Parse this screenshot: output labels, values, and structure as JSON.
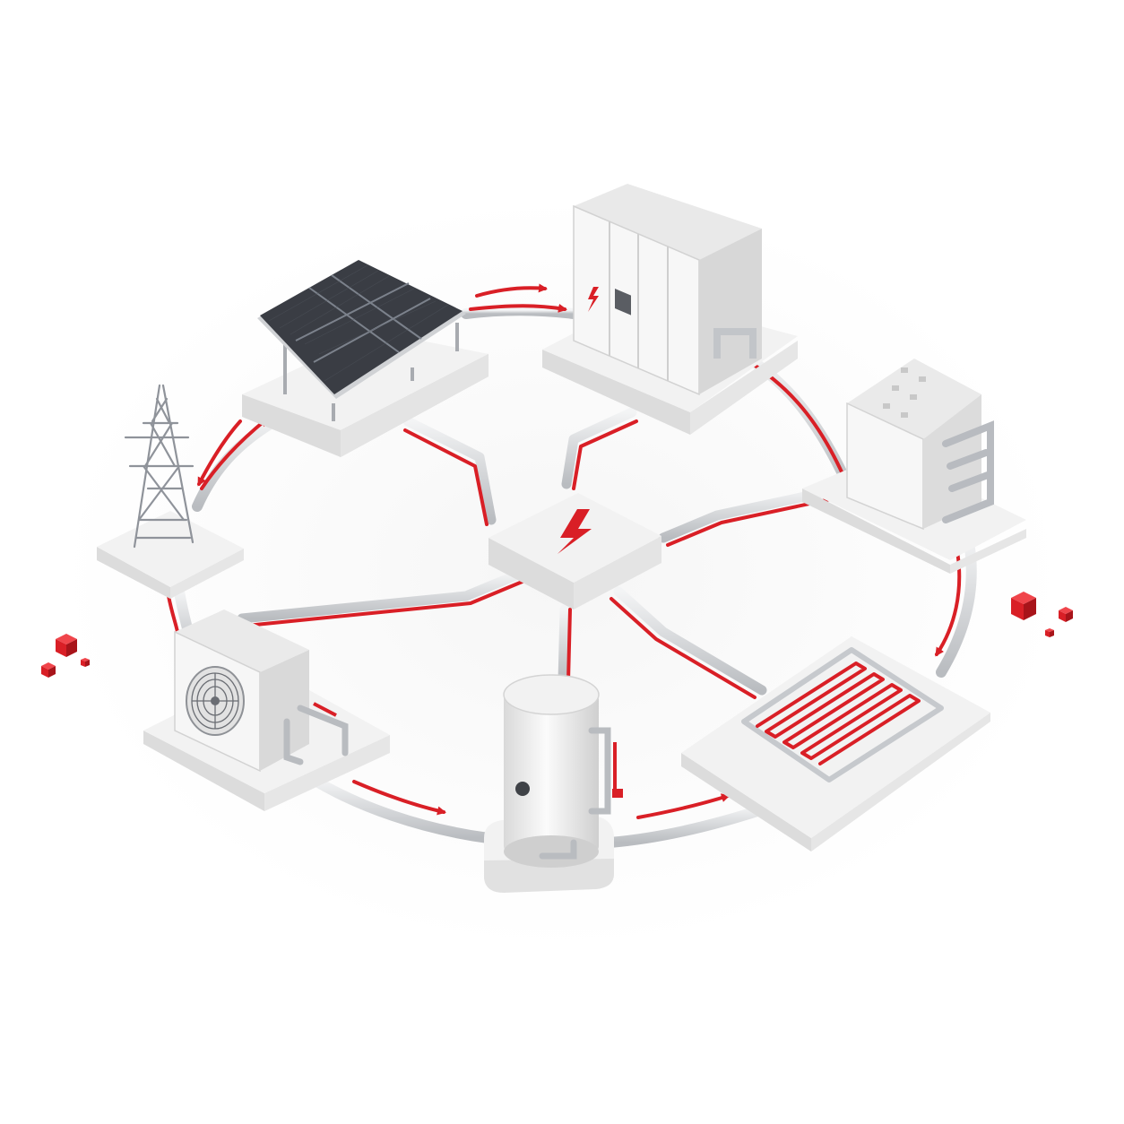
{
  "colors": {
    "accent": "#d91f26",
    "accent_dark": "#a8141a",
    "platform_top": "#f2f2f2",
    "platform_side": "#dcdcdc",
    "pipe": "#c9ccd0",
    "pipe_light": "#eceef0",
    "device": "#f4f4f4",
    "device_shade": "#d8d8d8",
    "solar_cell": "#3a3d44"
  },
  "diagram": {
    "nodes": [
      {
        "id": "solar-panel",
        "icon": "solar-panel-icon"
      },
      {
        "id": "battery-storage-cabinet",
        "icon": "lightning-icon"
      },
      {
        "id": "hydrogen-unit",
        "icon": "hydrogen-unit-icon"
      },
      {
        "id": "underfloor-heating",
        "icon": "heating-coil-icon"
      },
      {
        "id": "hot-water-tank",
        "icon": "water-tank-icon"
      },
      {
        "id": "heat-pump",
        "icon": "fan-icon"
      },
      {
        "id": "power-grid",
        "icon": "transmission-tower-icon"
      },
      {
        "id": "central-hub",
        "icon": "lightning-icon"
      }
    ],
    "flows": [
      {
        "from": "solar-panel",
        "to": "battery-storage-cabinet"
      },
      {
        "from": "battery-storage-cabinet",
        "to": "hydrogen-unit"
      },
      {
        "from": "hydrogen-unit",
        "to": "underfloor-heating"
      },
      {
        "from": "hot-water-tank",
        "to": "underfloor-heating"
      },
      {
        "from": "heat-pump",
        "to": "hot-water-tank"
      },
      {
        "from": "power-grid",
        "to": "heat-pump"
      },
      {
        "from": "power-grid",
        "to": "solar-panel"
      },
      {
        "from": "solar-panel",
        "to": "power-grid"
      }
    ]
  }
}
